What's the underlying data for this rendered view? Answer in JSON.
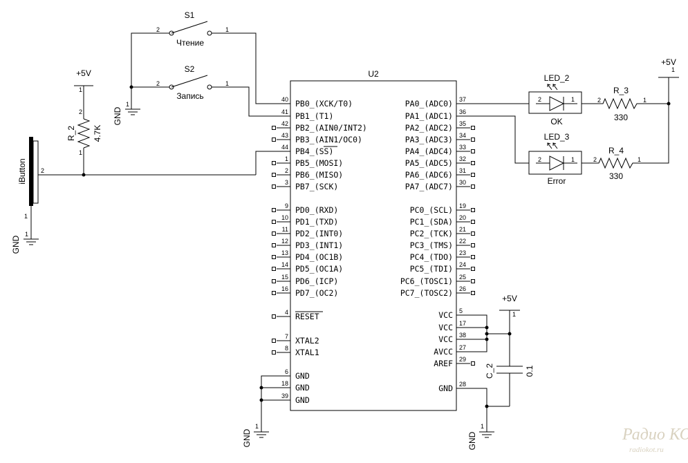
{
  "mcu": {
    "ref": "U2",
    "left_pins": [
      {
        "num": "40",
        "label": "PB0_(XCK/T0)"
      },
      {
        "num": "41",
        "label": "PB1_(T1)"
      },
      {
        "num": "42",
        "label": "PB2_(AIN0/INT2)"
      },
      {
        "num": "43",
        "label": "PB3_(AIN1/OC0)"
      },
      {
        "num": "44",
        "label": "PB4_(SS)"
      },
      {
        "num": "1",
        "label": "PB5_(MOSI)"
      },
      {
        "num": "2",
        "label": "PB6_(MISO)"
      },
      {
        "num": "3",
        "label": "PB7_(SCK)"
      },
      {
        "num": "9",
        "label": "PD0_(RXD)"
      },
      {
        "num": "10",
        "label": "PD1_(TXD)"
      },
      {
        "num": "11",
        "label": "PD2_(INT0)"
      },
      {
        "num": "12",
        "label": "PD3_(INT1)"
      },
      {
        "num": "13",
        "label": "PD4_(OC1B)"
      },
      {
        "num": "14",
        "label": "PD5_(OC1A)"
      },
      {
        "num": "15",
        "label": "PD6_(ICP)"
      },
      {
        "num": "16",
        "label": "PD7_(OC2)"
      },
      {
        "num": "4",
        "label": "RESET"
      },
      {
        "num": "7",
        "label": "XTAL2"
      },
      {
        "num": "8",
        "label": "XTAL1"
      },
      {
        "num": "6",
        "label": "GND"
      },
      {
        "num": "18",
        "label": "GND"
      },
      {
        "num": "39",
        "label": "GND"
      }
    ],
    "right_pins": [
      {
        "num": "37",
        "label": "PA0_(ADC0)"
      },
      {
        "num": "36",
        "label": "PA1_(ADC1)"
      },
      {
        "num": "35",
        "label": "PA2_(ADC2)"
      },
      {
        "num": "34",
        "label": "PA3_(ADC3)"
      },
      {
        "num": "33",
        "label": "PA4_(ADC4)"
      },
      {
        "num": "32",
        "label": "PA5_(ADC5)"
      },
      {
        "num": "31",
        "label": "PA6_(ADC6)"
      },
      {
        "num": "30",
        "label": "PA7_(ADC7)"
      },
      {
        "num": "19",
        "label": "PC0_(SCL)"
      },
      {
        "num": "20",
        "label": "PC1_(SDA)"
      },
      {
        "num": "21",
        "label": "PC2_(TCK)"
      },
      {
        "num": "22",
        "label": "PC3_(TMS)"
      },
      {
        "num": "23",
        "label": "PC4_(TDO)"
      },
      {
        "num": "24",
        "label": "PC5_(TDI)"
      },
      {
        "num": "25",
        "label": "PC6_(TOSC1)"
      },
      {
        "num": "26",
        "label": "PC7_(TOSC2)"
      },
      {
        "num": "5",
        "label": "VCC"
      },
      {
        "num": "17",
        "label": "VCC"
      },
      {
        "num": "38",
        "label": "VCC"
      },
      {
        "num": "27",
        "label": "AVCC"
      },
      {
        "num": "29",
        "label": "AREF"
      },
      {
        "num": "28",
        "label": "GND"
      }
    ]
  },
  "switches": {
    "s1": {
      "ref": "S1",
      "caption": "Чтение",
      "pin_a": "2",
      "pin_b": "1"
    },
    "s2": {
      "ref": "S2",
      "caption": "Запись",
      "pin_a": "2",
      "pin_b": "1"
    }
  },
  "resistors": {
    "r2": {
      "ref": "R_2",
      "value": "4.7K",
      "pin_a": "2",
      "pin_b": "1"
    },
    "r3": {
      "ref": "R_3",
      "value": "330",
      "pin_a": "2",
      "pin_b": "1"
    },
    "r4": {
      "ref": "R_4",
      "value": "330",
      "pin_a": "2",
      "pin_b": "1"
    }
  },
  "leds": {
    "led2": {
      "ref": "LED_2",
      "caption": "OK",
      "pin_a": "2",
      "pin_b": "1"
    },
    "led3": {
      "ref": "LED_3",
      "caption": "Error",
      "pin_a": "2",
      "pin_b": "1"
    }
  },
  "capacitor": {
    "ref": "C_2",
    "value": "0.1"
  },
  "ibutton": {
    "label": "iButton",
    "pin_top": "2",
    "pin_bottom": "1"
  },
  "power": {
    "vcc_label": "+5V",
    "gnd_label": "GND",
    "vcc_pin": "1",
    "gnd_pin": "1"
  },
  "watermark": {
    "logo": "Радио КОТ",
    "url": "radiokot.ru"
  }
}
